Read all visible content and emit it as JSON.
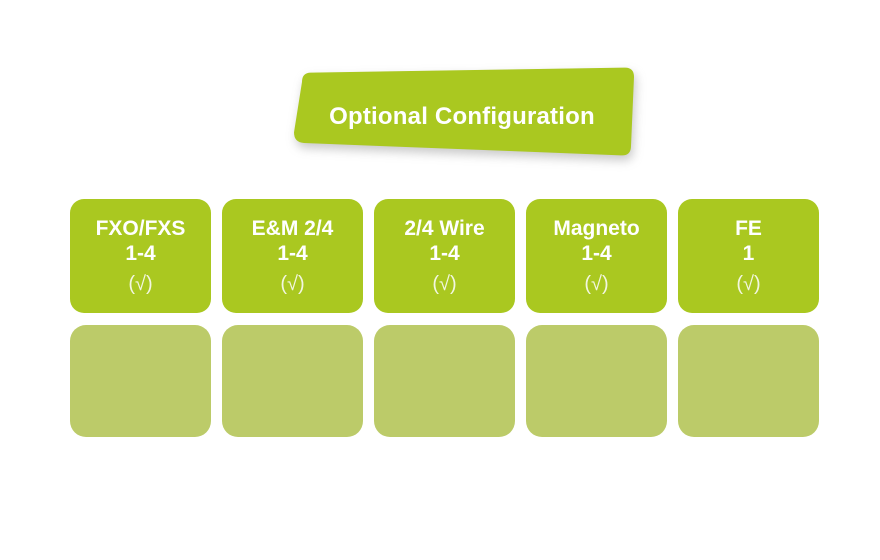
{
  "colors": {
    "background": "#ffffff",
    "primary_green": "#aac820",
    "muted_green": "#bccb69",
    "text_on_green": "#ffffff",
    "check_text": "#f2f6e0"
  },
  "banner": {
    "title": "Optional Configuration"
  },
  "modules": [
    {
      "name": "FXO/FXS",
      "range": "1-4",
      "check": "(√)"
    },
    {
      "name": "E&M 2/4",
      "range": "1-4",
      "check": "(√)"
    },
    {
      "name": "2/4 Wire",
      "range": "1-4",
      "check": "(√)"
    },
    {
      "name": "Magneto",
      "range": "1-4",
      "check": "(√)"
    },
    {
      "name": "FE",
      "range": "1",
      "check": "(√)"
    }
  ],
  "placeholder_slots": [
    {
      "label": ""
    },
    {
      "label": ""
    },
    {
      "label": ""
    },
    {
      "label": ""
    },
    {
      "label": ""
    }
  ]
}
